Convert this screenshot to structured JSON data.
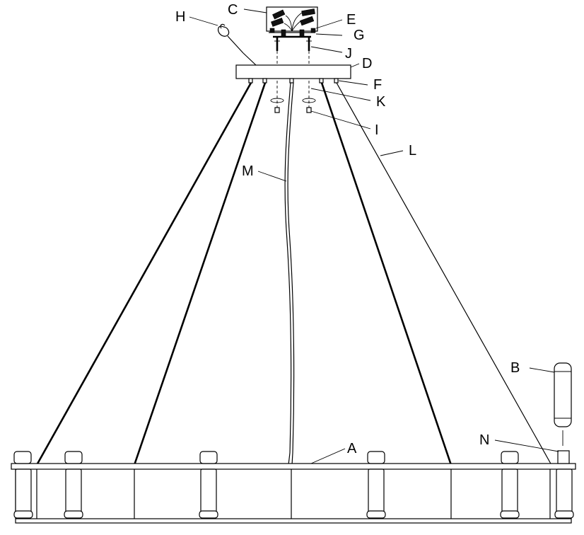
{
  "diagram": {
    "labels": {
      "A": "A",
      "B": "B",
      "C": "C",
      "D": "D",
      "E": "E",
      "F": "F",
      "G": "G",
      "H": "H",
      "I": "I",
      "J": "J",
      "K": "K",
      "L": "L",
      "M": "M",
      "N": "N"
    }
  }
}
